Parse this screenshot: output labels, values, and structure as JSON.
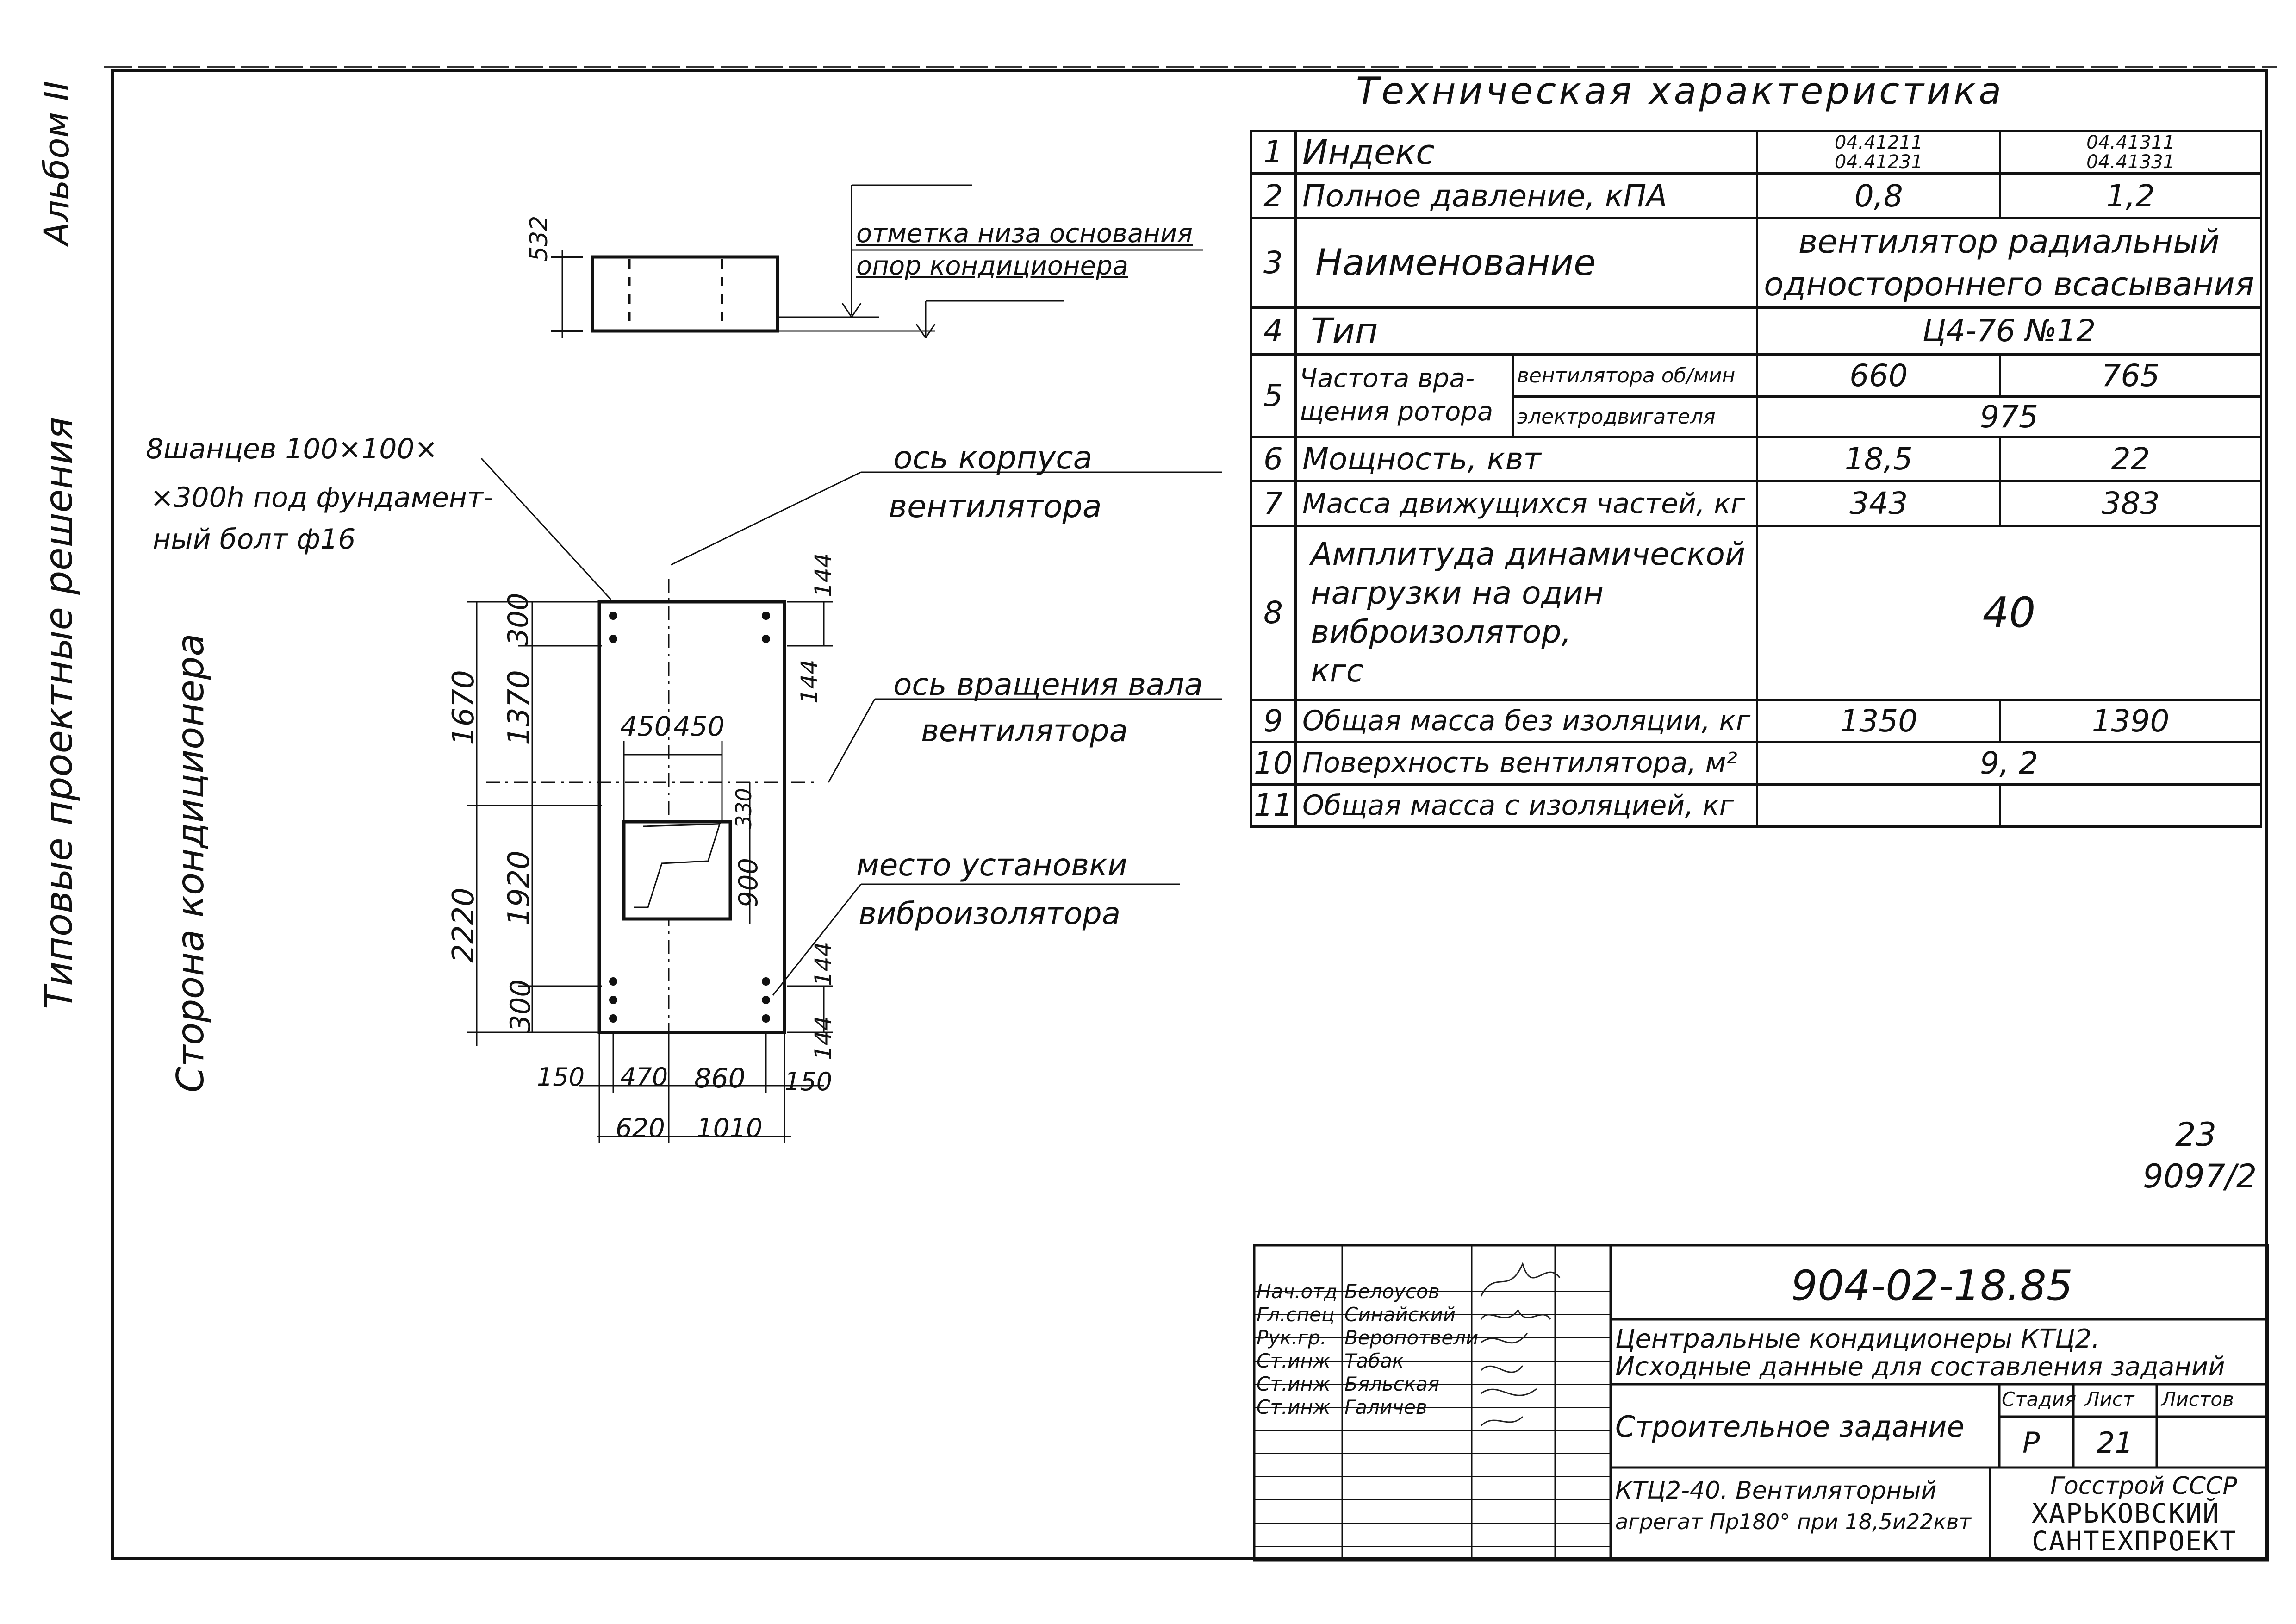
{
  "side_labels": {
    "album": "Альбом II",
    "series": "Типовые проектные решения",
    "conditioner_side": "Сторона кондиционера"
  },
  "table_heading": "Техническая характеристика",
  "tech_table": {
    "rows": [
      {
        "no": "1",
        "label": "Индекс",
        "a": "04.41211\n04.41231",
        "b": "04.41311\n04.41331"
      },
      {
        "no": "2",
        "label": "Полное давление, кПА",
        "a": "0,8",
        "b": "1,2"
      },
      {
        "no": "3",
        "label": "Наименование",
        "ab": "вентилятор радиальный\nодностороннего всасывания"
      },
      {
        "no": "4",
        "label": "Тип",
        "ab": "Ц4-76 №12"
      },
      {
        "no": "5",
        "label": "Частота вра-\nщения ротора",
        "sub1": "вентилятора об/мин",
        "sub1_a": "660",
        "sub1_b": "765",
        "sub2": "электродвигателя",
        "sub2_ab": "975"
      },
      {
        "no": "6",
        "label": "Мощность, квт",
        "a": "18,5",
        "b": "22"
      },
      {
        "no": "7",
        "label": "Масса движущихся частей, кг",
        "a": "343",
        "b": "383"
      },
      {
        "no": "8",
        "label": "Амплитуда динамической\nнагрузки на один\nвиброизолятор,\nкгс",
        "ab": "40"
      },
      {
        "no": "9",
        "label": "Общая масса без изоляции, кг",
        "a": "1350",
        "b": "1390"
      },
      {
        "no": "10",
        "label": "Поверхность вентилятора, м²",
        "ab": "9, 2"
      },
      {
        "no": "11",
        "label": "Общая масса с изоляцией, кг",
        "a": "",
        "b": ""
      }
    ]
  },
  "drawing": {
    "elevation_dim": "532",
    "elevation_note": "отметка низа основания\nопор кондиционера",
    "embed_note_1": "8шанцев 100×100×",
    "embed_note_2": "×300h под фундамент-",
    "embed_note_3": "ный болт ф16",
    "axis_body_1": "ось корпуса",
    "axis_body_2": "вентилятора",
    "axis_shaft_1": "ось вращения вала",
    "axis_shaft_2": "вентилятора",
    "iso_1": "место установки",
    "iso_2": "виброизолятора",
    "dims": {
      "d1670": "1670",
      "d1370": "1370",
      "d300a": "300",
      "d2220": "2220",
      "d1920": "1920",
      "d300b": "300",
      "d144a": "144",
      "d144b": "144",
      "d144c": "144",
      "d144d": "144",
      "d450a": "450",
      "d450b": "450",
      "d330": "330",
      "d900": "900",
      "d150a": "150",
      "d470": "470",
      "d860": "860",
      "d150b": "150",
      "d620": "620",
      "d1010": "1010"
    }
  },
  "page_ref": {
    "num": "23",
    "code": "9097/2"
  },
  "title_block": {
    "doc_no": "904-02-18.85",
    "roles": [
      "Нач.отд",
      "Гл.спец",
      "Рук.гр.",
      "Ст.инж",
      "Ст.инж",
      "Ст.инж"
    ],
    "names": [
      "Белоусов",
      "Синайский",
      "Веропотвели",
      "Табак",
      "Бяльская",
      "Галичев"
    ],
    "title_1": "Центральные кондиционеры КТЦ2.",
    "title_2": "Исходные данные для составления заданий",
    "sheet_name": "Строительное задание",
    "stage_h": "Стадия",
    "sheet_h": "Лист",
    "sheets_h": "Листов",
    "stage": "Р",
    "sheet": "21",
    "sheets": "",
    "item_1": "КТЦ2-40. Вентиляторный",
    "item_2": "агрегат Пр180° при 18,5и22квт",
    "org_1": "Госстрой СССР",
    "org_2": "ХАРЬКОВСКИЙ",
    "org_3": "САНТЕХПРОЕКТ"
  }
}
